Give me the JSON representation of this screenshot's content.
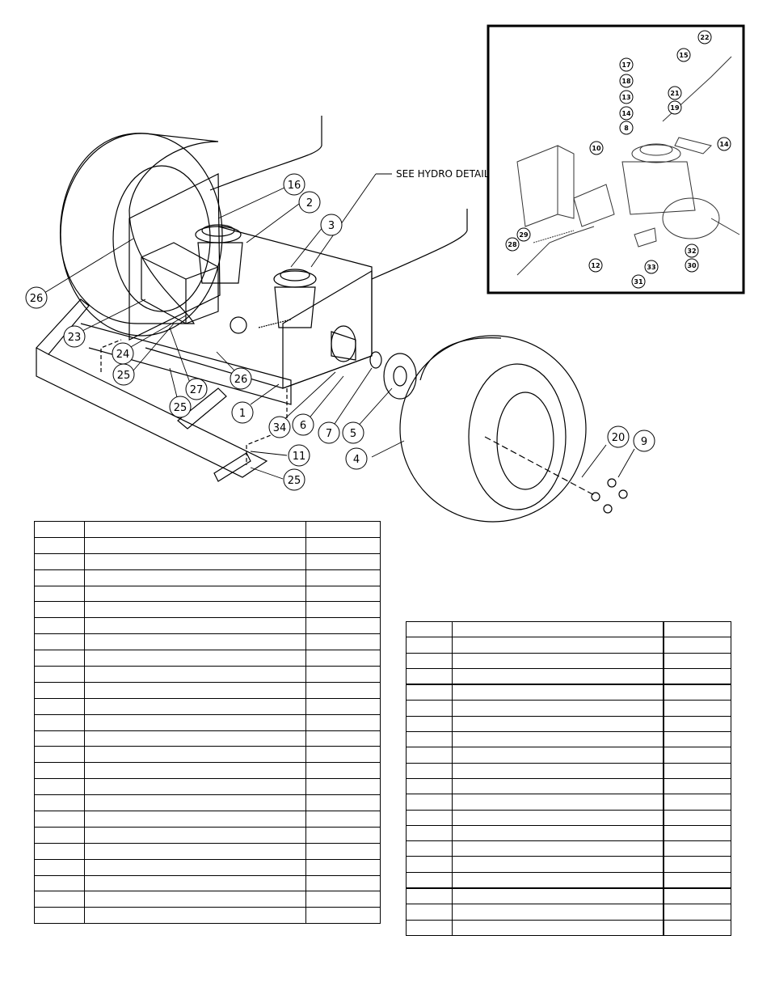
{
  "diagram": {
    "see_hydro_detail": "SEE HYDRO DETAIL",
    "main_callouts": [
      "16",
      "2",
      "3",
      "26",
      "23",
      "24",
      "25",
      "27",
      "25",
      "26",
      "1",
      "34",
      "6",
      "7",
      "5",
      "4",
      "11",
      "25",
      "20",
      "9"
    ],
    "inset_callouts": [
      "22",
      "15",
      "17",
      "18",
      "13",
      "21",
      "19",
      "14",
      "8",
      "14",
      "10",
      "29",
      "28",
      "12",
      "32",
      "30",
      "33",
      "31"
    ]
  },
  "tables": {
    "left": {
      "rows": 25
    },
    "right": {
      "rows": 20
    }
  }
}
